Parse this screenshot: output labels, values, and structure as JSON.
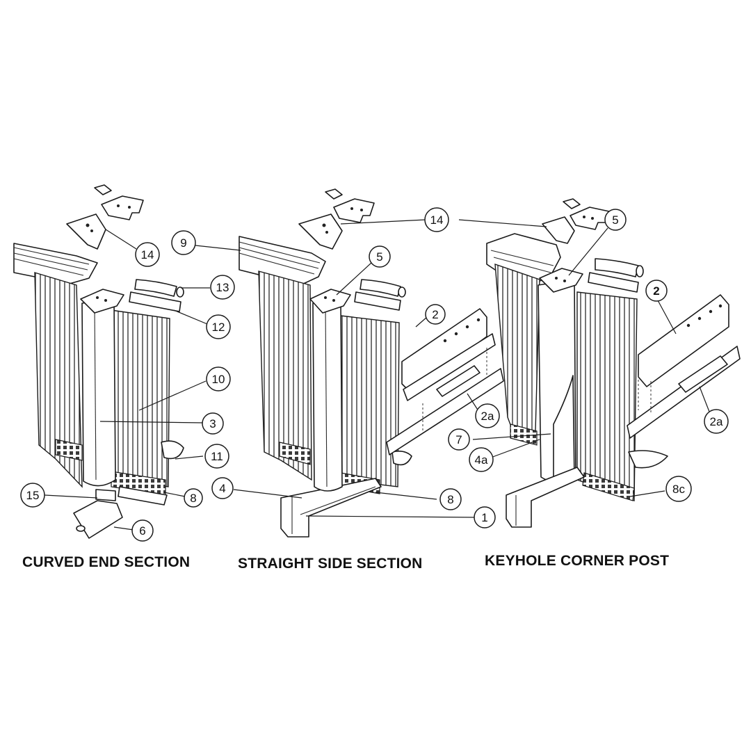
{
  "captions": {
    "curved": "CURVED END SECTION",
    "straight": "STRAIGHT SIDE SECTION",
    "keyhole": "KEYHOLE CORNER POST"
  },
  "callouts": {
    "c1": "1",
    "c2_mid": "2",
    "c2_right": "2",
    "c2a_mid": "2a",
    "c2a_right": "2a",
    "c3": "3",
    "c4_mid": "4",
    "c4a": "4a",
    "c5_mid": "5",
    "c5_right": "5",
    "c6": "6",
    "c7": "7",
    "c8_left": "8",
    "c8_mid": "8",
    "c8c": "8c",
    "c9": "9",
    "c10": "10",
    "c11": "11",
    "c12": "12",
    "c13": "13",
    "c14_left": "14",
    "c14_mid": "14",
    "c15": "15"
  },
  "colors": {
    "ink": "#1a1a1a",
    "paper": "#ffffff"
  }
}
